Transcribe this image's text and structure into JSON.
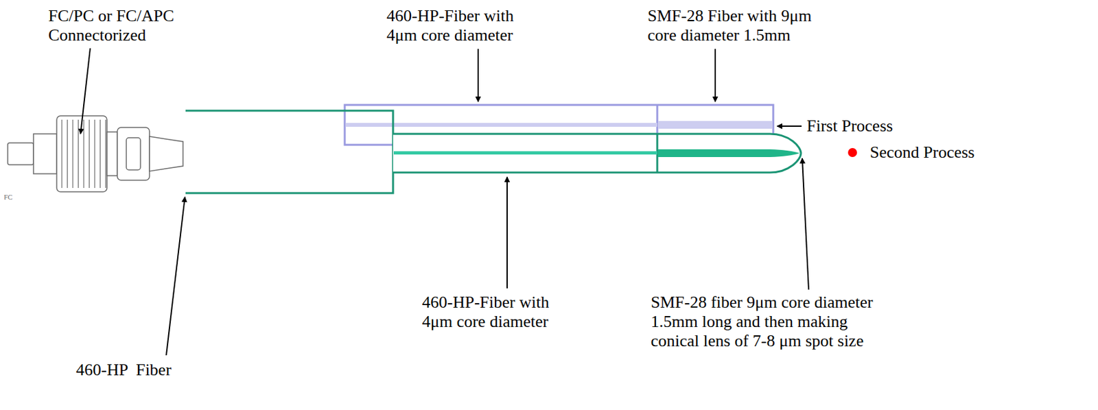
{
  "diagram": {
    "labels": [
      "FC/PC or FC/APC Connectorized",
      "460-HP-Fiber with 4μm core diameter",
      "SMF-28 Fiber with 9μm core diameter 1.5mm",
      "First Process",
      "FC",
      "Second Process",
      "460-HP-Fiber with 4μm core diameter",
      "460-HP  Fiber",
      "SMF-28 fiber 9μm core diameter 1.5mm long and then making conical lens of 7-8 μm spot size"
    ]
  }
}
